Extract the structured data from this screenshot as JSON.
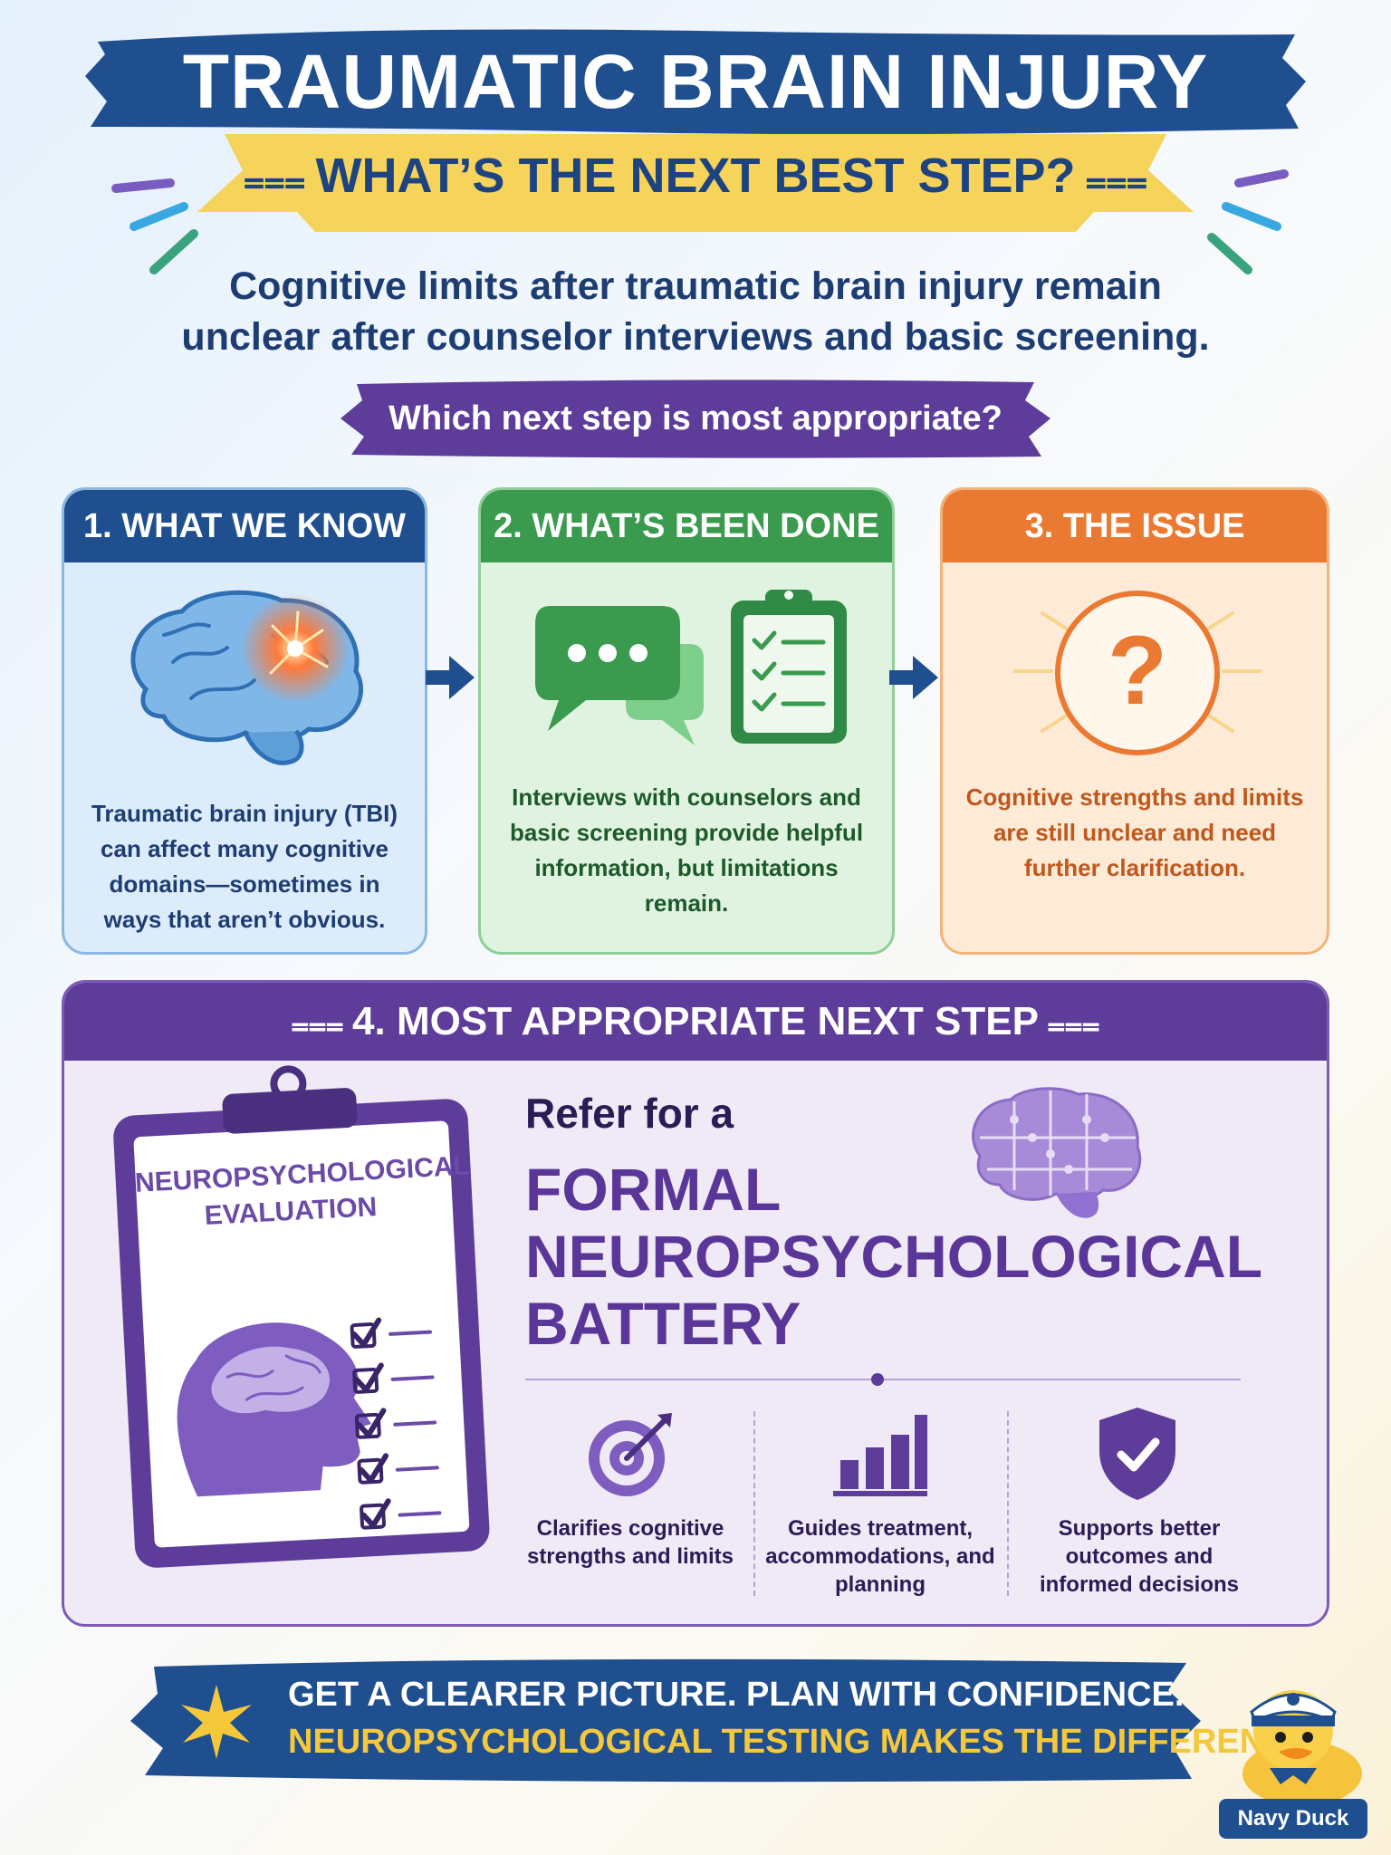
{
  "header": {
    "title": "TRAUMATIC BRAIN INJURY",
    "subtitle": "WHAT’S THE NEXT BEST STEP?"
  },
  "intro": {
    "line1": "Cognitive limits after traumatic brain injury remain",
    "line2": "unclear after counselor interviews and basic screening."
  },
  "question": "Which next step is most appropriate?",
  "cards": [
    {
      "heading": "1. WHAT WE KNOW",
      "text": "Traumatic brain injury (TBI) can affect many cognitive domains—sometimes in ways that aren’t obvious.",
      "icon": "brain-injury-icon"
    },
    {
      "heading": "2. WHAT’S BEEN DONE",
      "text": "Interviews with counselors and basic screening provide helpful information, but limitations remain.",
      "icon": "chat-clipboard-icon"
    },
    {
      "heading": "3. THE ISSUE",
      "text": "Cognitive strengths and limits are still unclear and need further clarification.",
      "icon": "question-mark-icon"
    }
  ],
  "step4": {
    "heading": "4. MOST APPROPRIATE NEXT STEP",
    "clipboard_label": "NEUROPSYCHOLOGICAL EVALUATION",
    "refer_prefix": "Refer for a",
    "refer_main": "FORMAL NEUROPSYCHOLOGICAL BATTERY",
    "benefits": [
      {
        "text": "Clarifies cognitive strengths and limits",
        "icon": "target-icon"
      },
      {
        "text": "Guides treatment, accommodations, and planning",
        "icon": "bar-chart-icon"
      },
      {
        "text": "Supports better outcomes and informed decisions",
        "icon": "shield-check-icon"
      }
    ]
  },
  "footer": {
    "line1": "GET A CLEARER PICTURE. PLAN WITH CONFIDENCE.",
    "line2": "NEUROPSYCHOLOGICAL TESTING MAKES THE DIFFERENCE."
  },
  "mascot": {
    "label": "Navy Duck",
    "icon": "sailor-duck-icon"
  },
  "colors": {
    "navy": "#1f4f8f",
    "yellow": "#f6d35a",
    "green": "#3a9a4e",
    "orange": "#ea7a31",
    "purple": "#5e3c9a"
  }
}
